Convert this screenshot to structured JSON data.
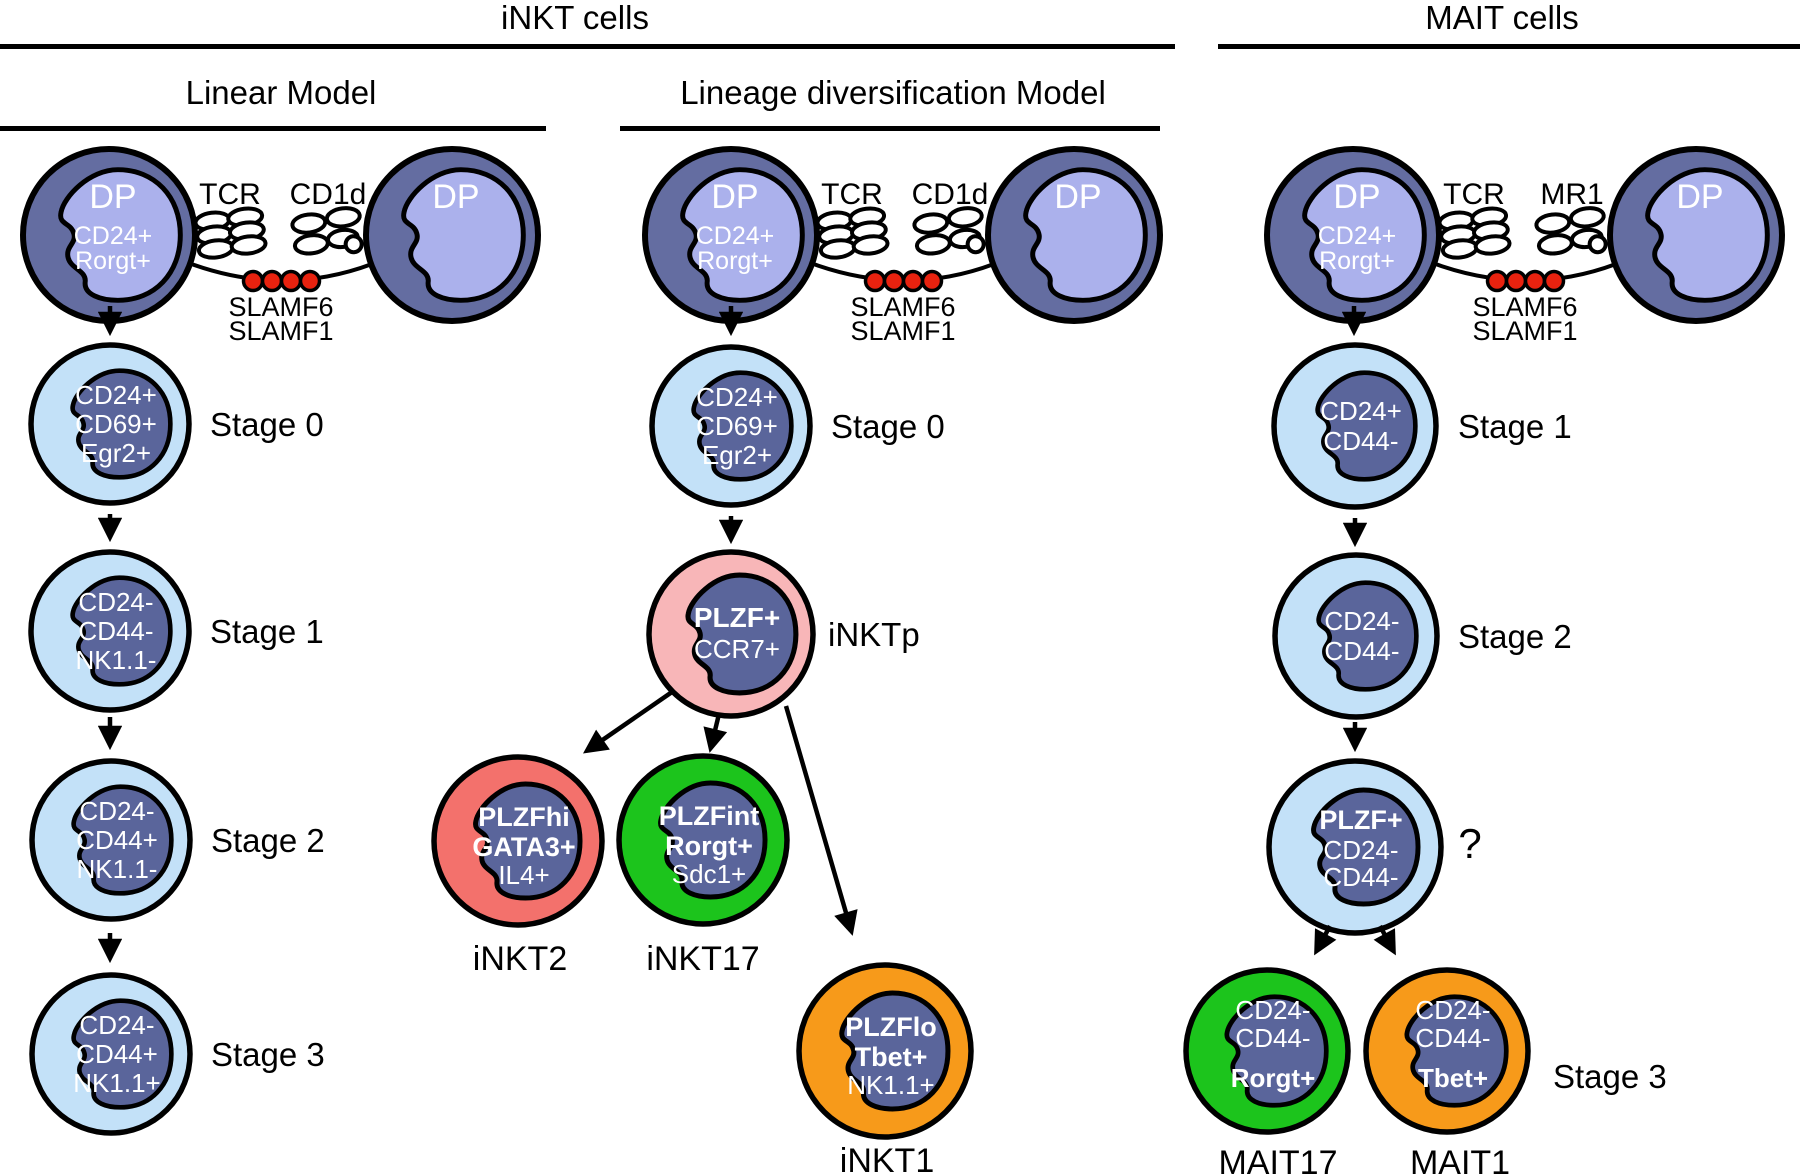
{
  "header": {
    "inkt_title": "iNKT cells",
    "mait_title": "MAIT cells",
    "linear_model_title": "Linear Model",
    "diversification_model_title": "Lineage diversification Model"
  },
  "colors": {
    "dp_ring": "#646DA1",
    "dp_cytoplasm": "#ABB1EC",
    "nucleus": "#5A659B",
    "stage_cytoplasm": "#C3E1F8",
    "inktp_cytoplasm": "#F8B6B8",
    "inkt2_cytoplasm": "#F3716C",
    "inkt17_cytoplasm": "#1CC41C",
    "inkt1_cytoplasm": "#F79A1A",
    "slam_dot": "#E8220F",
    "outline": "#000000",
    "cell_text": "#FFFFFF"
  },
  "linear": {
    "pair": {
      "dp_left": {
        "name": "DP",
        "m1": "CD24+",
        "m2": "Rorgt+"
      },
      "dp_right": "DP",
      "receptor": "TCR",
      "ligand": "CD1d",
      "slam1": "SLAMF6",
      "slam2": "SLAMF1"
    },
    "stages": [
      {
        "label": "Stage 0",
        "l1": "CD24+",
        "l2": "CD69+",
        "l3": "Egr2+"
      },
      {
        "label": "Stage 1",
        "l1": "CD24-",
        "l2": "CD44-",
        "l3": "NK1.1-"
      },
      {
        "label": "Stage 2",
        "l1": "CD24-",
        "l2": "CD44+",
        "l3": "NK1.1-"
      },
      {
        "label": "Stage 3",
        "l1": "CD24-",
        "l2": "CD44+",
        "l3": "NK1.1+"
      }
    ]
  },
  "diversification": {
    "pair": {
      "dp_left": {
        "name": "DP",
        "m1": "CD24+",
        "m2": "Rorgt+"
      },
      "dp_right": "DP",
      "receptor": "TCR",
      "ligand": "CD1d",
      "slam1": "SLAMF6",
      "slam2": "SLAMF1"
    },
    "stage0": {
      "label": "Stage 0",
      "l1": "CD24+",
      "l2": "CD69+",
      "l3": "Egr2+"
    },
    "inktp": {
      "label": "iNKTp",
      "l1": "PLZF+",
      "l2": "CCR7+"
    },
    "inkt2": {
      "label": "iNKT2",
      "l1": "PLZFhi",
      "l2": "GATA3+",
      "l3": "IL4+"
    },
    "inkt17": {
      "label": "iNKT17",
      "l1": "PLZFint",
      "l2": "Rorgt+",
      "l3": "Sdc1+"
    },
    "inkt1": {
      "label": "iNKT1",
      "l1": "PLZFlo",
      "l2": "Tbet+",
      "l3": "NK1.1+"
    }
  },
  "mait": {
    "pair": {
      "dp_left": {
        "name": "DP",
        "m1": "CD24+",
        "m2": "Rorgt+"
      },
      "dp_right": "DP",
      "receptor": "TCR",
      "ligand": "MR1",
      "slam1": "SLAMF6",
      "slam2": "SLAMF1"
    },
    "stage1": {
      "label": "Stage 1",
      "l1": "CD24+",
      "l2": "CD44-"
    },
    "stage2": {
      "label": "Stage 2",
      "l1": "CD24-",
      "l2": "CD44-"
    },
    "plzf": {
      "question": "?",
      "l1": "PLZF+",
      "l2": "CD24-",
      "l3": "CD44-"
    },
    "mait17": {
      "label": "MAIT17",
      "l1": "CD24-",
      "l2": "CD44-",
      "l3": "Rorgt+"
    },
    "mait1": {
      "label": "MAIT1",
      "l1": "CD24-",
      "l2": "CD44-",
      "l3": "Tbet+"
    },
    "stage3_label": "Stage 3"
  }
}
